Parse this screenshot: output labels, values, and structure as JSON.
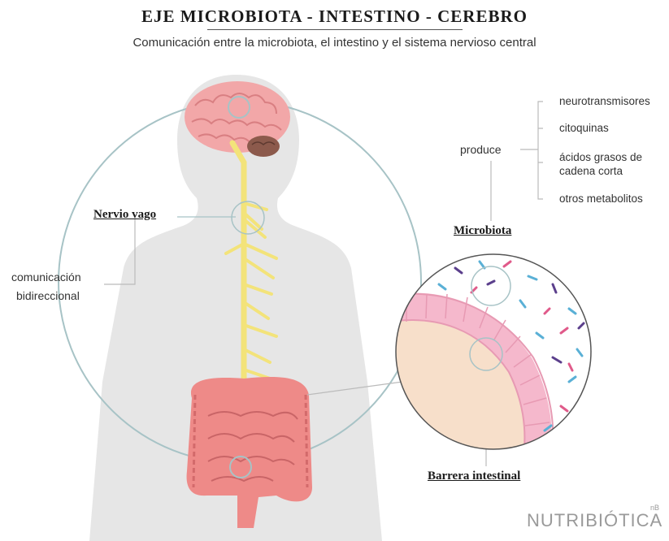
{
  "header": {
    "title": "EJE MICROBIOTA - INTESTINO - CEREBRO",
    "subtitle": "Comunicación entre la microbiota, el intestino y el sistema nervioso central"
  },
  "labels": {
    "nervio_vago": "Nervio vago",
    "comunicacion_line1": "comunicación",
    "comunicacion_line2": "bidireccional",
    "microbiota": "Microbiota",
    "barrera": "Barrera intestinal",
    "produce": "produce",
    "products": [
      "neurotransmisores",
      "citoquinas",
      "ácidos grasos de",
      "cadena corta",
      "otros metabolitos"
    ]
  },
  "logo": {
    "text": "NUTRIBIÓTICA",
    "sup": "nB"
  },
  "colors": {
    "silhouette": "#e6e6e6",
    "circle": "#a7c3c6",
    "brain": "#f2a7a8",
    "nerve": "#f3e37a",
    "intestine": "#ee8a88",
    "epithelium": "#f5b8cc",
    "lumen": "#f7dfca"
  }
}
